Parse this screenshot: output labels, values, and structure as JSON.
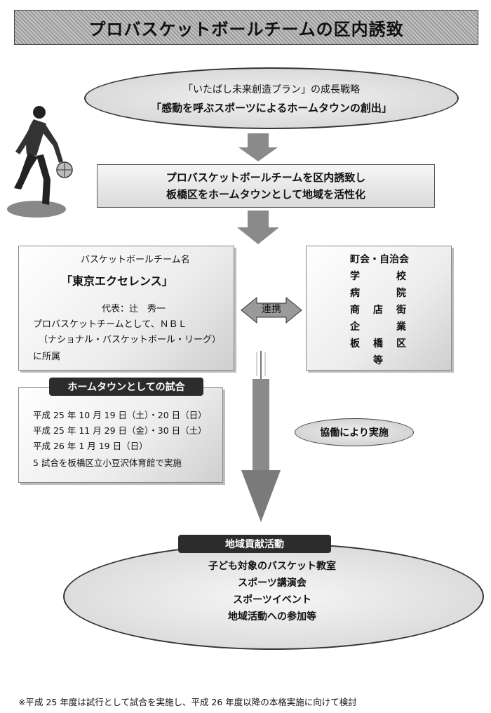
{
  "title": "プロバスケットボールチームの区内誘致",
  "strategy": {
    "line1": "「いたばし未来創造プラン」の成長戦略",
    "line2": "「感動を呼ぶスポーツによるホームタウンの創出」"
  },
  "goal": {
    "line1": "プロバスケットボールチームを区内誘致し",
    "line2": "板橋区をホームタウンとして地域を活性化"
  },
  "team": {
    "heading": "バスケットボールチーム名",
    "name": "「東京エクセレンス」",
    "representative": "代表：辻　秀一",
    "desc1": "プロバスケットチームとして、ＮＢＬ",
    "desc2": "（ナショナル・バスケットボール・リーグ）",
    "desc3": "に所属"
  },
  "link_label": "連携",
  "partners": [
    "町会・自治会",
    "学",
    "校",
    "病",
    "院",
    "商",
    "店",
    "街",
    "企",
    "業",
    "板",
    "橋",
    "区",
    "等"
  ],
  "home_games": {
    "label": "ホームタウンとしての試合",
    "items": [
      "平成 25 年 10 月 19 日（土）・20 日（日）",
      "平成 25 年 11 月 29 日（金）・30 日（土）",
      "平成 26 年 1 月 19 日（日）",
      "5 試合を板橋区立小豆沢体育館で実施"
    ]
  },
  "cooperation": "協働により実施",
  "contribution": {
    "label": "地域貢献活動",
    "items": [
      "子ども対象のバスケット教室",
      "スポーツ講演会",
      "スポーツイベント",
      "地域活動への参加等"
    ]
  },
  "footnote": "※平成 25 年度は試行として試合を実施し、平成 26 年度以降の本格実施に向けて検討",
  "colors": {
    "dark_label": "#2c2c2c",
    "arrow": "#8a8a8a"
  }
}
